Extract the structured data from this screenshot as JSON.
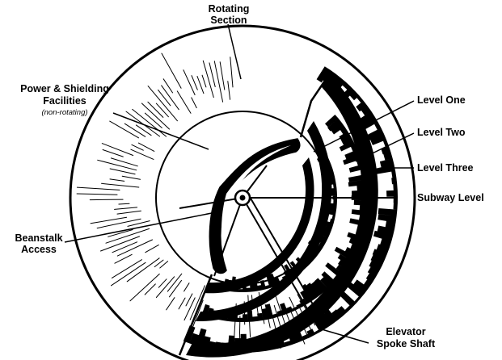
{
  "labels": {
    "rotating_section": [
      "Rotating",
      "Section"
    ],
    "power_shielding": [
      "Power & Shielding",
      "Facilities"
    ],
    "power_shielding_note": "(non-rotating)",
    "beanstalk_access": [
      "Beanstalk",
      "Access"
    ],
    "level_one": "Level One",
    "level_two": "Level Two",
    "level_three": "Level Three",
    "subway_level": "Subway Level",
    "elevator_spoke_shaft": [
      "Elevator",
      "Spoke Shaft"
    ]
  },
  "colors": {
    "ink": "#000000",
    "paper": "#ffffff"
  }
}
